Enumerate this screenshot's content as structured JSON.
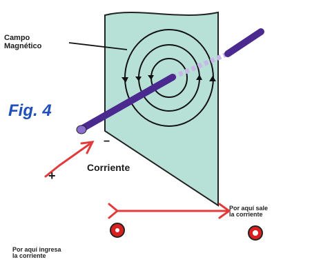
{
  "labels": {
    "field_line1": "Campo",
    "field_line2": "Magnético",
    "fig": "Fig. 4",
    "minus": "−",
    "plus": "+",
    "current": "Corriente",
    "exit_line1": "Por aquí sale",
    "exit_line2": "la corriente",
    "enter_line1": "Por aquí ingresa",
    "enter_line2": "la corriente"
  },
  "colors": {
    "plate": "#b7e1d7",
    "wire": "#4b2a8f",
    "wire_hidden": "#c8b8e8",
    "fig": "#1f4fb8",
    "arrow": "#e23b3b",
    "dot": "#d82020"
  },
  "icons": {
    "exit_symbol": "dot-in-circle",
    "enter_symbol": "cross-in-circle"
  }
}
